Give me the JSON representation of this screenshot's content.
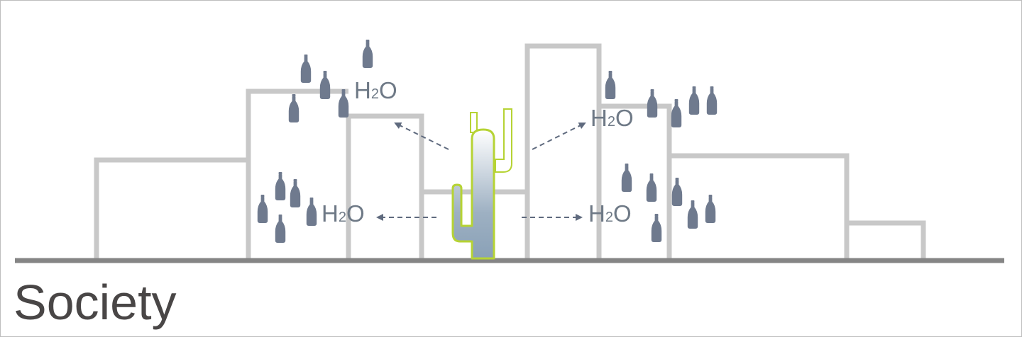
{
  "caption": "Society",
  "h2o_label": {
    "prefix": "H",
    "subscript": "2",
    "suffix": "O"
  },
  "colors": {
    "building_outline": "#c8c8c8",
    "ground": "#858585",
    "bottle": "#6f7a8e",
    "cactus_outline": "#b6d334",
    "arrow": "#5f6a7e",
    "label": "#6e7986",
    "caption": "#494646"
  },
  "icons": [
    "water-bottle-icon",
    "cactus-icon"
  ]
}
